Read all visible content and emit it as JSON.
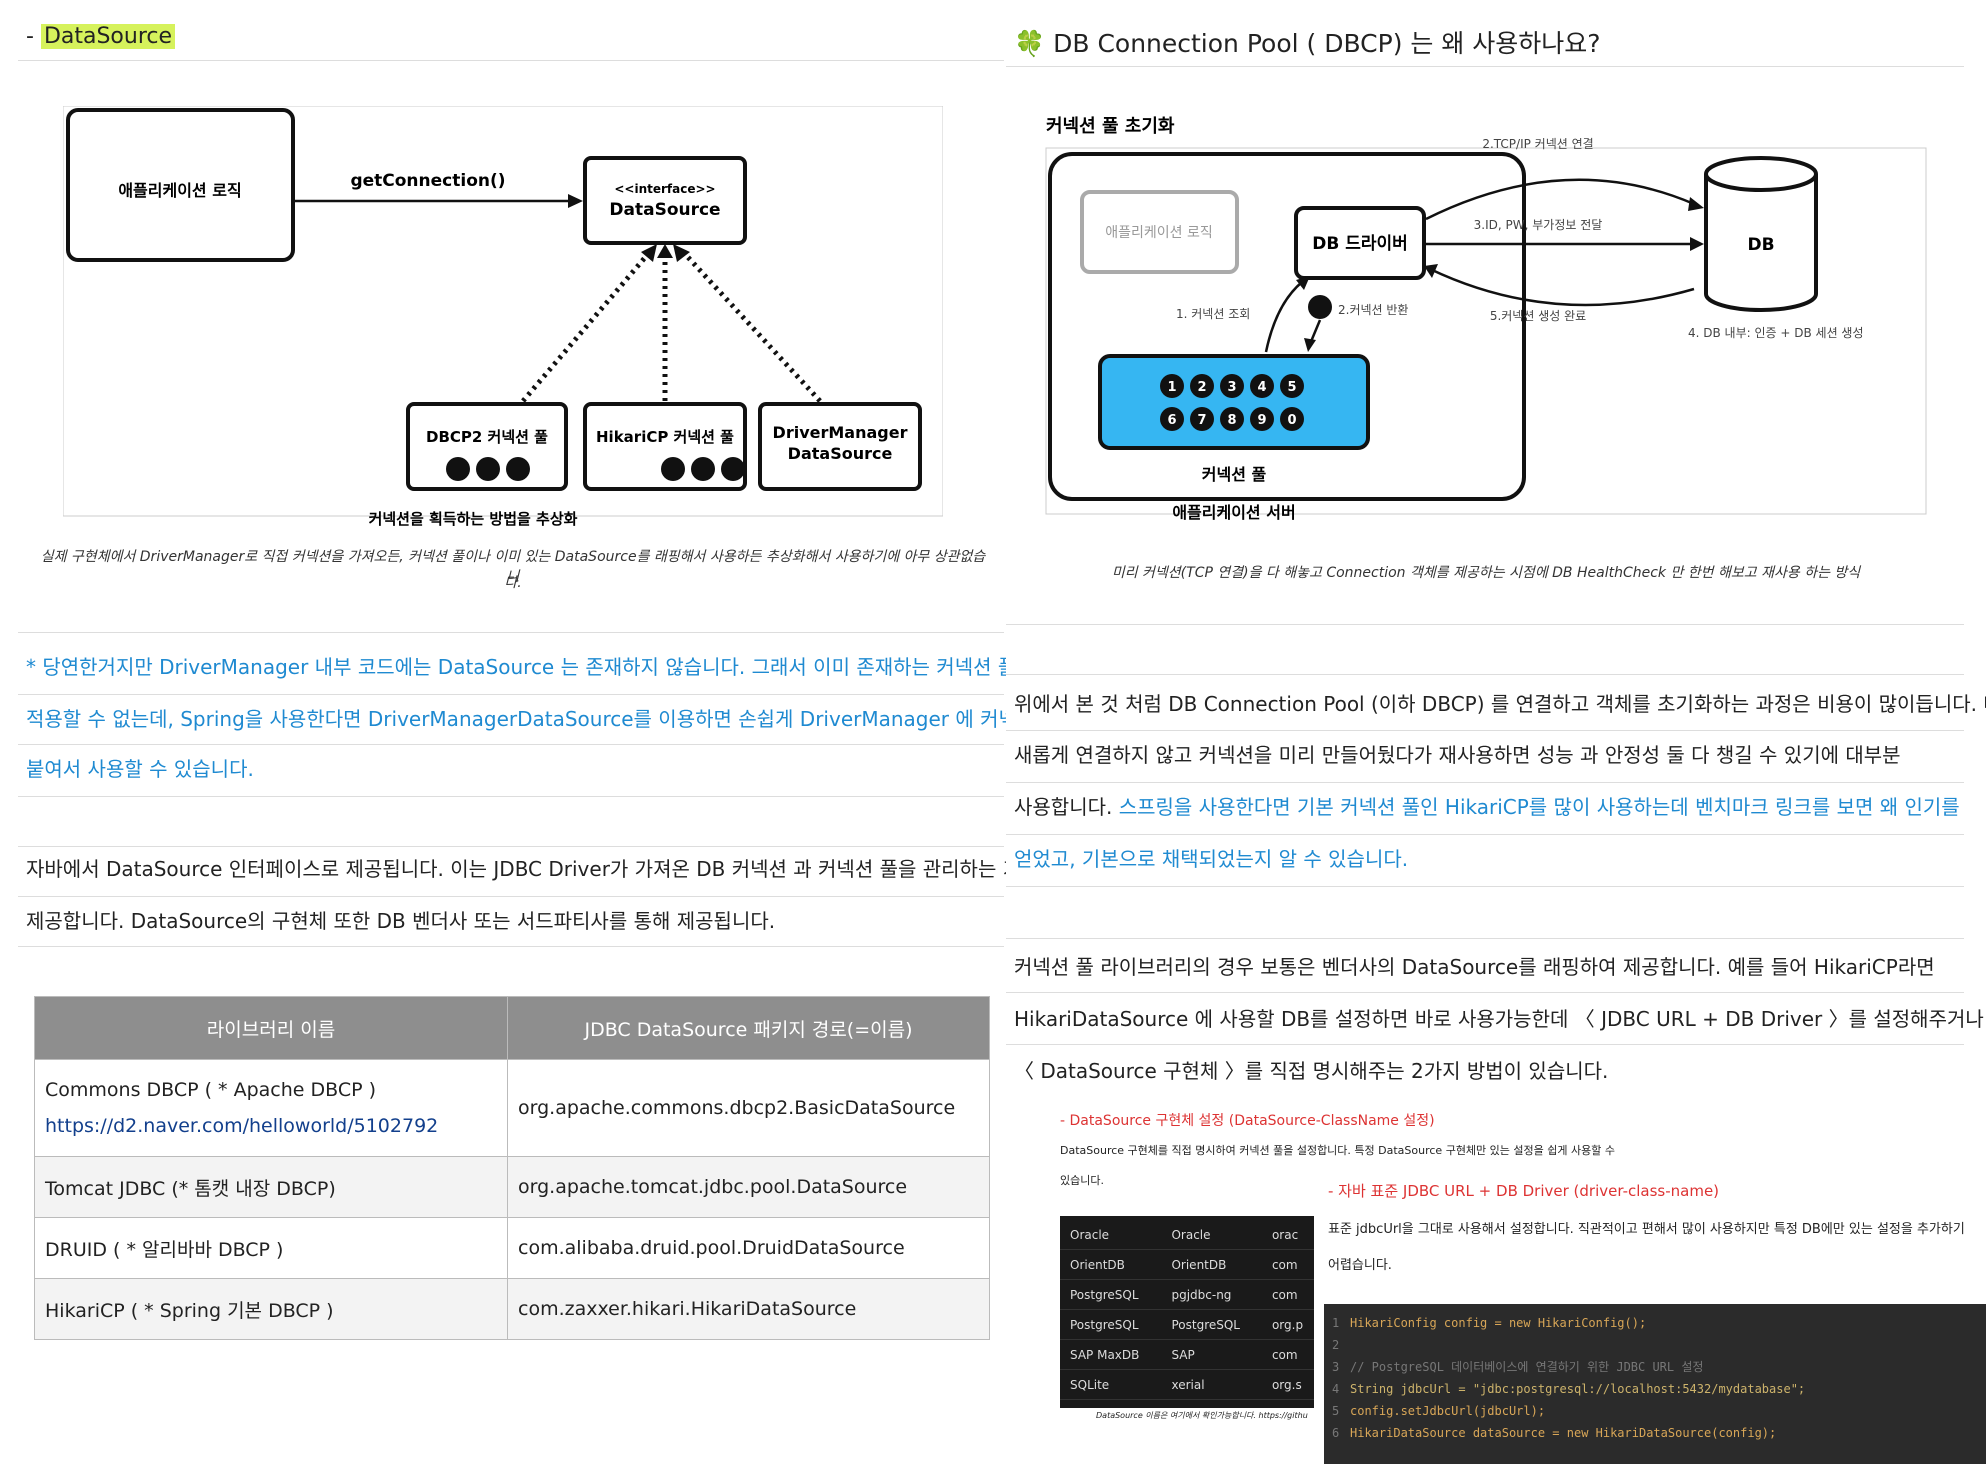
{
  "left": {
    "heading_dash": "- ",
    "heading": "DataSource",
    "diagram1": {
      "app_logic": "애플리케이션 로직",
      "get_conn": "getConnection()",
      "interface_stereo": "<<interface>>",
      "interface_name": "DataSource",
      "impl1_title": "DBCP2 커넥션 풀",
      "impl2_title": "HikariCP 커넥션 풀",
      "impl3_line1": "DriverManager",
      "impl3_line2": "DataSource",
      "footer": "커넥션을 획득하는 방법을 추상화"
    },
    "caption1a": "실제 구현체에서 DriverManager로 직접 커넥션을 가져오든, 커넥션 풀이나 이미 있는 DataSource를 래핑해서 사용하든 추상화해서 사용하기에 아무 상관없습니",
    "caption1b": "다.",
    "note1": "* 당연한거지만 DriverManager 내부 코드에는 DataSource 는 존재하지 않습니다. 그래서 이미 존재하는 커넥션 풀 객체를",
    "note2": "적용할 수 없는데, Spring을 사용한다면 DriverManagerDataSource를 이용하면 손쉽게 DriverManager 에 커넥션풀을",
    "note3": "붙여서 사용할 수 있습니다.",
    "para1": "자바에서 DataSource 인터페이스로 제공됩니다. 이는 JDBC Driver가 가져온 DB 커넥션 과 커넥션 풀을 관리하는 기능을",
    "para2": "제공합니다. DataSource의 구현체 또한 DB 벤더사 또는 서드파티사를 통해 제공됩니다.",
    "table": {
      "h1": "라이브러리 이름",
      "h2": "JDBC DataSource 패키지 경로(=이름)",
      "r1c1": "Commons DBCP ( * Apache DBCP )",
      "r1link": "https://d2.naver.com/helloworld/5102792",
      "r1c2": "org.apache.commons.dbcp2.BasicDataSource",
      "r2c1": "Tomcat JDBC (* 톰캣 내장 DBCP)",
      "r2c2": "org.apache.tomcat.jdbc.pool.DataSource",
      "r3c1": "DRUID ( * 알리바바 DBCP )",
      "r3c2": "com.alibaba.druid.pool.DruidDataSource",
      "r4c1": "HikariCP ( * Spring 기본 DBCP )",
      "r4c2": "com.zaxxer.hikari.HikariDataSource"
    }
  },
  "right": {
    "clover": "🍀",
    "heading": "DB Connection Pool ( DBCP) 는 왜 사용하나요?",
    "diagram2": {
      "title": "커넥션 풀 초기화",
      "app_logic": "애플리케이션 로직",
      "driver": "DB 드라이버",
      "db": "DB",
      "step1": "1. 커넥션 조회",
      "step2": "2.커넥션 반환",
      "tcp": "2.TCP/IP 커넥션 연결",
      "id": "3.ID, PW, 부가정보 전달",
      "done": "5.커넥션 생성 완료",
      "step4": "4. DB 내부: 인증 + DB 세션 생성",
      "pool": "커넥션 풀",
      "server": "애플리케이션 서버",
      "nums_top": [
        "1",
        "2",
        "3",
        "4",
        "5"
      ],
      "nums_bottom": [
        "6",
        "7",
        "8",
        "9",
        "0"
      ]
    },
    "caption2": "미리 커넥션(TCP 연결)을 다 해놓고 Connection 객체를 제공하는 시점에 DB HealthCheck 만 한번 해보고 재사용 하는 방식",
    "p1": "위에서 본 것 처럼 DB Connection Pool (이하 DBCP) 를 연결하고 객체를 초기화하는 과정은 비용이 많이듭니다. 매번",
    "p2": "새롭게 연결하지 않고 커넥션을 미리 만들어뒀다가 재사용하면 성능 과 안정성 둘 다 챙길 수 있기에 대부분",
    "p3a": "사용합니다. ",
    "p3b": "스프링을 사용한다면  기본 커넥션 풀인 HikariCP를 많이 사용하는데 벤치마크 링크를 보면 왜 인기를",
    "p4": "얻었고, 기본으로 채택되었는지 알 수 있습니다.",
    "q1": "커넥션 풀 라이브러리의 경우 보통은 벤더사의 DataSource를 래핑하여 제공합니다. 예를 들어 HikariCP라면",
    "q2": "HikariDataSource 에 사용할 DB를 설정하면 바로 사용가능한데 〈 JDBC URL + DB Driver 〉를 설정해주거나 아니면",
    "q3": "〈 DataSource 구현체 〉를 직접 명시해주는 2가지 방법이 있습니다.",
    "snip1_title": "- DataSource 구현체 설정 (DataSource-ClassName 설정)",
    "snip1_text1": "DataSource 구현체를 직접 명시하여  커넥션 풀을 설정합니다. 특정 DataSource 구현체만 있는 설정을 쉽게 사용할 수",
    "snip1_text2": "있습니다.",
    "dbrows": [
      [
        "Oracle",
        "Oracle",
        "orac"
      ],
      [
        "OrientDB",
        "OrientDB",
        "com"
      ],
      [
        "PostgreSQL",
        "pgjdbc-ng",
        "com"
      ],
      [
        "PostgreSQL",
        "PostgreSQL",
        "org.p"
      ],
      [
        "SAP MaxDB",
        "SAP",
        "com"
      ],
      [
        "SQLite",
        "xerial",
        "org.s"
      ]
    ],
    "dbnote": "DataSource 이름은 여기에서 확인가능합니다. https://githu",
    "snip2_title": "- 자바 표준 JDBC URL + DB Driver (driver-class-name)",
    "snip2_text1": "표준 jdbcUrl을 그대로 사용해서 설정합니다. 직관적이고 편해서 많이 사용하지만 특정 DB에만 있는 설정을 추가하기",
    "snip2_text2": "어렵습니다.",
    "code": [
      "HikariConfig config = new HikariConfig();",
      "",
      "// PostgreSQL 데이터베이스에 연결하기 위한 JDBC URL 설정",
      "String jdbcUrl = \"jdbc:postgresql://localhost:5432/mydatabase\";",
      "config.setJdbcUrl(jdbcUrl);",
      "HikariDataSource dataSource = new HikariDataSource(config);"
    ]
  }
}
